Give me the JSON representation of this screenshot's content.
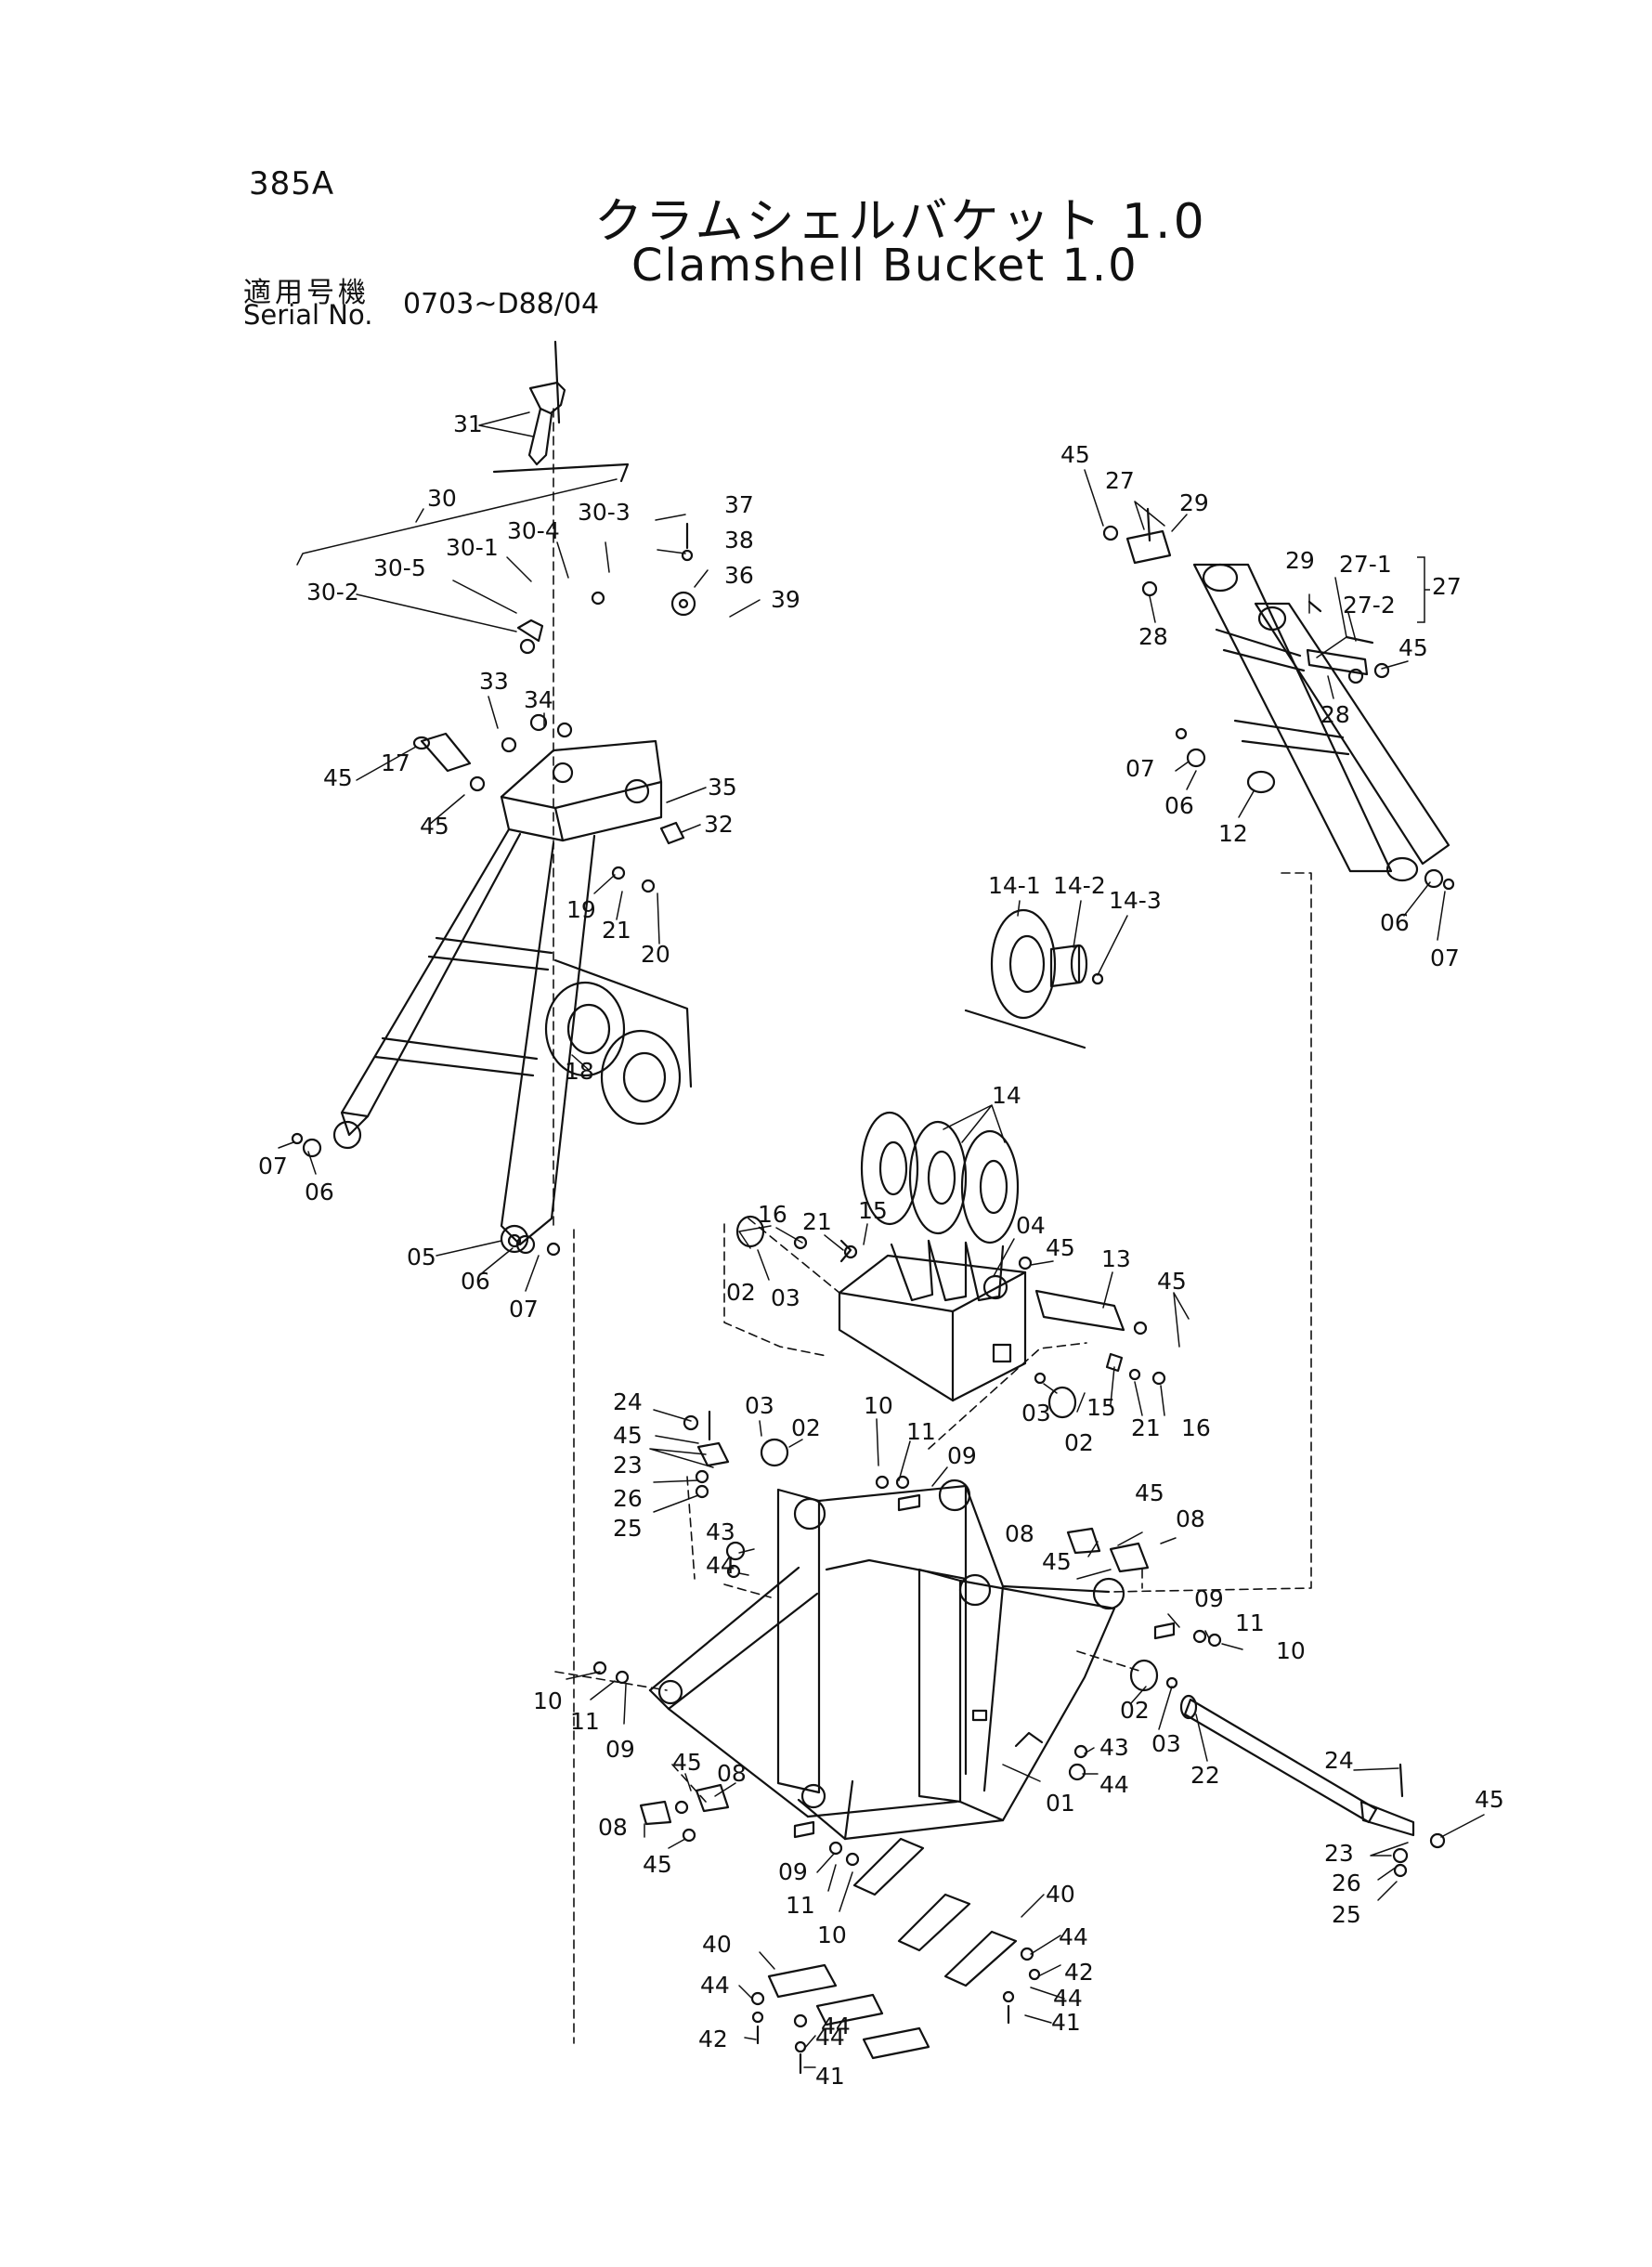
{
  "page_code": "385A",
  "title_jp": "クラムシェルバケット 1.0",
  "title_en": "Clamshell Bucket 1.0",
  "serial_label_jp": "適用号機",
  "serial_label_en": "Serial No.",
  "serial_value": "0703~D88/04",
  "callouts": [
    {
      "id": "c31",
      "text": "31"
    },
    {
      "id": "c30",
      "text": "30"
    },
    {
      "id": "c30_3",
      "text": "30-3"
    },
    {
      "id": "c30_4",
      "text": "30-4"
    },
    {
      "id": "c30_1",
      "text": "30-1"
    },
    {
      "id": "c30_5",
      "text": "30-5"
    },
    {
      "id": "c30_2",
      "text": "30-2"
    },
    {
      "id": "c37",
      "text": "37"
    },
    {
      "id": "c38",
      "text": "38"
    },
    {
      "id": "c36",
      "text": "36"
    },
    {
      "id": "c39",
      "text": "39"
    },
    {
      "id": "c33",
      "text": "33"
    },
    {
      "id": "c34",
      "text": "34"
    },
    {
      "id": "c45a",
      "text": "45"
    },
    {
      "id": "c17",
      "text": "17"
    },
    {
      "id": "c45b",
      "text": "45"
    },
    {
      "id": "c35",
      "text": "35"
    },
    {
      "id": "c32",
      "text": "32"
    },
    {
      "id": "c19",
      "text": "19"
    },
    {
      "id": "c21a",
      "text": "21"
    },
    {
      "id": "c20",
      "text": "20"
    },
    {
      "id": "c18",
      "text": "18"
    },
    {
      "id": "c07a",
      "text": "07"
    },
    {
      "id": "c06a",
      "text": "06"
    },
    {
      "id": "c05",
      "text": "05"
    },
    {
      "id": "c06b",
      "text": "06"
    },
    {
      "id": "c07b",
      "text": "07"
    },
    {
      "id": "c45c",
      "text": "45"
    },
    {
      "id": "c27a",
      "text": "27"
    },
    {
      "id": "c29a",
      "text": "29"
    },
    {
      "id": "c28a",
      "text": "28"
    },
    {
      "id": "c29b",
      "text": "29"
    },
    {
      "id": "c27_1",
      "text": "27-1"
    },
    {
      "id": "c27_2",
      "text": "27-2"
    },
    {
      "id": "c27b",
      "text": "27"
    },
    {
      "id": "c45d",
      "text": "45"
    },
    {
      "id": "c28b",
      "text": "28"
    },
    {
      "id": "c07c",
      "text": "07"
    },
    {
      "id": "c06c",
      "text": "06"
    },
    {
      "id": "c12",
      "text": "12"
    },
    {
      "id": "c06d",
      "text": "06"
    },
    {
      "id": "c07d",
      "text": "07"
    },
    {
      "id": "c14_1",
      "text": "14-1"
    },
    {
      "id": "c14_2",
      "text": "14-2"
    },
    {
      "id": "c14_3",
      "text": "14-3"
    },
    {
      "id": "c14",
      "text": "14"
    },
    {
      "id": "c16a",
      "text": "16"
    },
    {
      "id": "c21b",
      "text": "21"
    },
    {
      "id": "c15a",
      "text": "15"
    },
    {
      "id": "c04",
      "text": "04"
    },
    {
      "id": "c45e",
      "text": "45"
    },
    {
      "id": "c13",
      "text": "13"
    },
    {
      "id": "c45f",
      "text": "45"
    },
    {
      "id": "c02a",
      "text": "02"
    },
    {
      "id": "c03a",
      "text": "03"
    },
    {
      "id": "c24a",
      "text": "24"
    },
    {
      "id": "c45g",
      "text": "45"
    },
    {
      "id": "c23a",
      "text": "23"
    },
    {
      "id": "c26a",
      "text": "26"
    },
    {
      "id": "c25a",
      "text": "25"
    },
    {
      "id": "c03b",
      "text": "03"
    },
    {
      "id": "c02b",
      "text": "02"
    },
    {
      "id": "c10a",
      "text": "10"
    },
    {
      "id": "c11a",
      "text": "11"
    },
    {
      "id": "c09a",
      "text": "09"
    },
    {
      "id": "c03c",
      "text": "03"
    },
    {
      "id": "c02c",
      "text": "02"
    },
    {
      "id": "c15b",
      "text": "15"
    },
    {
      "id": "c21c",
      "text": "21"
    },
    {
      "id": "c16b",
      "text": "16"
    },
    {
      "id": "c45h",
      "text": "45"
    },
    {
      "id": "c08a",
      "text": "08"
    },
    {
      "id": "c08b",
      "text": "08"
    },
    {
      "id": "c45i",
      "text": "45"
    },
    {
      "id": "c43a",
      "text": "43"
    },
    {
      "id": "c44a",
      "text": "44"
    },
    {
      "id": "c09b",
      "text": "09"
    },
    {
      "id": "c11b",
      "text": "11"
    },
    {
      "id": "c10b",
      "text": "10"
    },
    {
      "id": "c10c",
      "text": "10"
    },
    {
      "id": "c11c",
      "text": "11"
    },
    {
      "id": "c09c",
      "text": "09"
    },
    {
      "id": "c02d",
      "text": "02"
    },
    {
      "id": "c03d",
      "text": "03"
    },
    {
      "id": "c22",
      "text": "22"
    },
    {
      "id": "c43b",
      "text": "43"
    },
    {
      "id": "c44b",
      "text": "44"
    },
    {
      "id": "c01",
      "text": "01"
    },
    {
      "id": "c45j",
      "text": "45"
    },
    {
      "id": "c08c",
      "text": "08"
    },
    {
      "id": "c08d",
      "text": "08"
    },
    {
      "id": "c45k",
      "text": "45"
    },
    {
      "id": "c24b",
      "text": "24"
    },
    {
      "id": "c45l",
      "text": "45"
    },
    {
      "id": "c23b",
      "text": "23"
    },
    {
      "id": "c26b",
      "text": "26"
    },
    {
      "id": "c25b",
      "text": "25"
    },
    {
      "id": "c09d",
      "text": "09"
    },
    {
      "id": "c11d",
      "text": "11"
    },
    {
      "id": "c10d",
      "text": "10"
    },
    {
      "id": "c40a",
      "text": "40"
    },
    {
      "id": "c44c",
      "text": "44"
    },
    {
      "id": "c42a",
      "text": "42"
    },
    {
      "id": "c44d",
      "text": "44"
    },
    {
      "id": "c41a",
      "text": "41"
    },
    {
      "id": "c40b",
      "text": "40"
    },
    {
      "id": "c44e",
      "text": "44"
    },
    {
      "id": "c42b",
      "text": "42"
    },
    {
      "id": "c44f",
      "text": "44"
    },
    {
      "id": "c41b",
      "text": "41"
    },
    {
      "id": "c44g",
      "text": "44"
    }
  ]
}
